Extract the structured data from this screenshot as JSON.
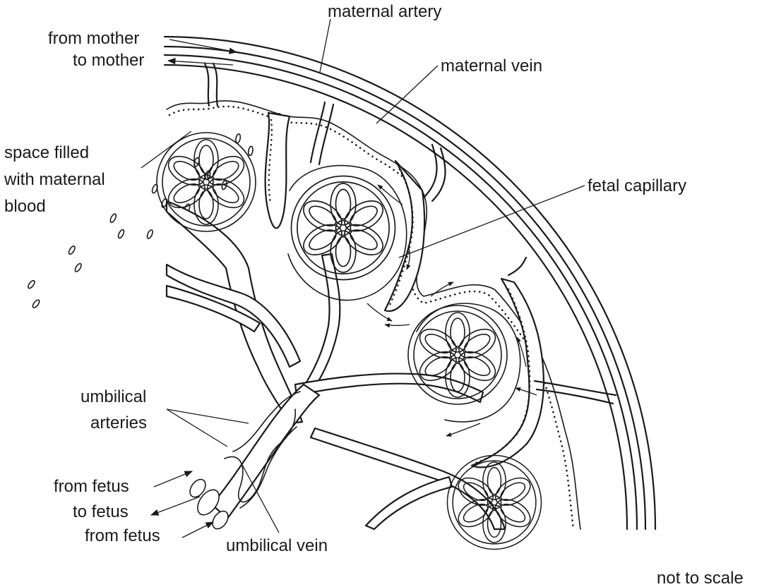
{
  "labels": {
    "maternal_artery": "maternal artery",
    "maternal_vein": "maternal vein",
    "from_mother": "from mother",
    "to_mother": "to mother",
    "space_filled_line1": "space filled",
    "space_filled_line2": "with maternal",
    "space_filled_line3": "blood",
    "fetal_capillary": "fetal capillary",
    "umbilical_arteries_line1": "umbilical",
    "umbilical_arteries_line2": "arteries",
    "from_fetus_1": "from fetus",
    "to_fetus": "to fetus",
    "from_fetus_2": "from fetus",
    "umbilical_vein": "umbilical vein",
    "not_to_scale": "not to scale"
  }
}
